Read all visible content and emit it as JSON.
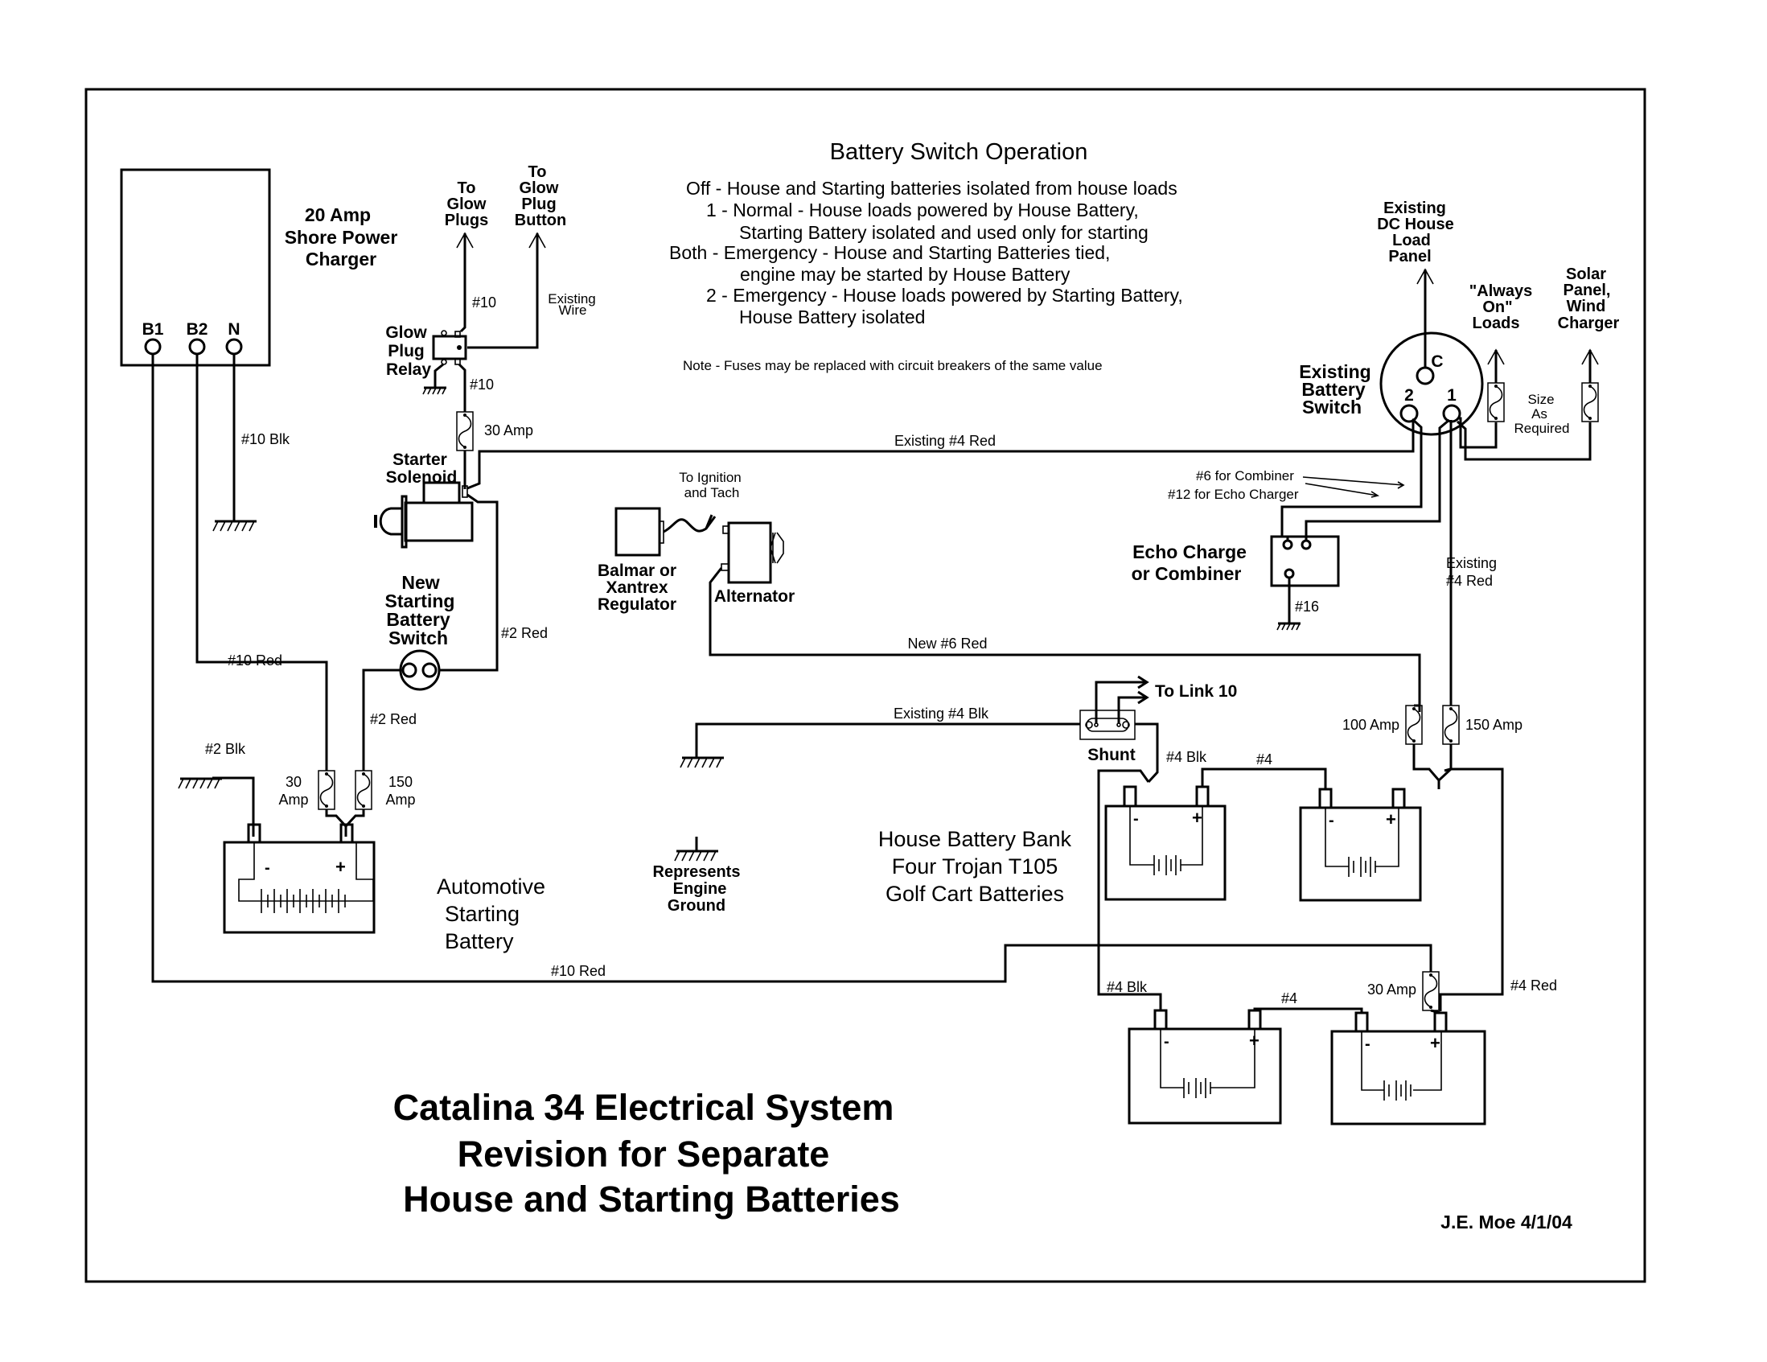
{
  "title": {
    "lines": [
      "Catalina 34 Electrical System",
      "Revision for Separate",
      "House and Starting Batteries"
    ]
  },
  "author": "J.E. Moe 4/1/04",
  "switch_operation": {
    "heading": "Battery Switch Operation",
    "lines": [
      "Off - House and Starting batteries isolated from house loads",
      "1 - Normal - House loads powered by House Battery,",
      "Starting Battery isolated and used only for starting",
      "Both - Emergency - House and Starting Batteries tied,",
      "engine may be started by House Battery",
      "2 - Emergency - House loads powered by Starting Battery,",
      "House Battery isolated"
    ],
    "note": "Note - Fuses may be replaced with circuit breakers of the same value"
  },
  "charger": {
    "label": [
      "20 Amp",
      "Shore Power",
      "Charger"
    ],
    "terminals": [
      "B1",
      "B2",
      "N"
    ]
  },
  "glow_plug": {
    "to_plugs": [
      "To",
      "Glow",
      "Plugs"
    ],
    "to_button": [
      "To",
      "Glow",
      "Plug",
      "Button"
    ],
    "relay_label": [
      "Glow",
      "Plug",
      "Relay"
    ],
    "existing_wire": [
      "Existing",
      "Wire"
    ]
  },
  "starter": {
    "solenoid_label": [
      "Starter",
      "Solenoid"
    ],
    "new_switch_label": [
      "New",
      "Starting",
      "Battery",
      "Switch"
    ]
  },
  "alternator": {
    "regulator_label": [
      "Balmar or",
      "Xantrex",
      "Regulator"
    ],
    "alternator_label": "Alternator",
    "ignition_label": [
      "To Ignition",
      "and Tach"
    ]
  },
  "main_switch": {
    "label": [
      "Existing",
      "Battery",
      "Switch"
    ],
    "terminals": {
      "c": "C",
      "two": "2",
      "one": "1"
    },
    "dc_panel": [
      "Existing",
      "DC House",
      "Load",
      "Panel"
    ],
    "always_on": [
      "\"Always",
      "On\"",
      "Loads"
    ],
    "solar": [
      "Solar",
      "Panel,",
      "Wind",
      "Charger"
    ],
    "size_note": [
      "Size",
      "As",
      "Required"
    ],
    "combiner_note": [
      "#6 for Combiner",
      "#12 for Echo Charger"
    ]
  },
  "echo": {
    "label": [
      "Echo Charge",
      "or Combiner"
    ],
    "ground_wire": "#16"
  },
  "shunt": {
    "label": "Shunt",
    "to_link": "To Link 10"
  },
  "legend": {
    "ground": [
      "Represents",
      "Engine",
      "Ground"
    ]
  },
  "starting_battery": {
    "label": [
      "Automotive",
      "Starting",
      "Battery"
    ]
  },
  "house_bank": {
    "label": [
      "House Battery Bank",
      "Four Trojan T105",
      "Golf Cart Batteries"
    ]
  },
  "polarity": {
    "neg": "-",
    "pos": "+"
  },
  "wires": {
    "blk10": "#10 Blk",
    "g10a": "#10",
    "g10b": "#10",
    "existing_red4": "Existing #4 Red",
    "red2_a": "#2 Red",
    "red2_b": "#2 Red",
    "red10_a": "#10 Red",
    "red10_b": "#10 Red",
    "blk2": "#2 Blk",
    "new_red6": "New #6 Red",
    "existing_blk4": "Existing #4 Blk",
    "blk4_a": "#4 Blk",
    "blk4_b": "#4 Blk",
    "link4_a": "#4",
    "link4_b": "#4",
    "red4_bottom": "#4 Red",
    "existing_red4_b": [
      "Existing",
      "#4 Red"
    ]
  },
  "fuses": {
    "glow": "30 Amp",
    "start30": [
      "30",
      "Amp"
    ],
    "start150": [
      "150",
      "Amp"
    ],
    "house100": "100 Amp",
    "house150": "150 Amp",
    "house30": "30 Amp"
  }
}
